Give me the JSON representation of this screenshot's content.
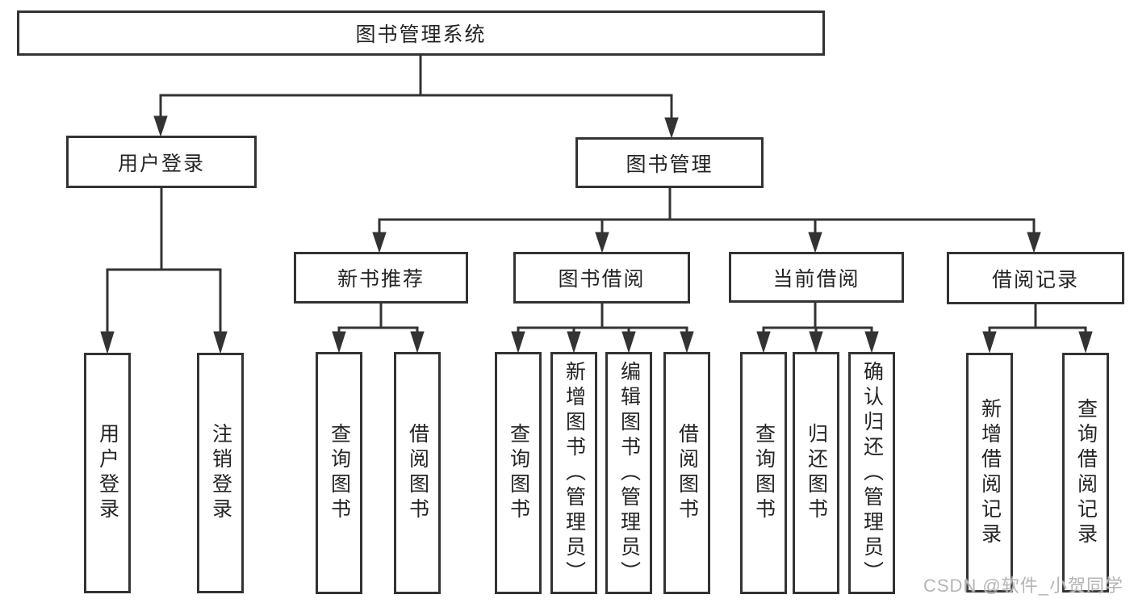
{
  "diagram_title": "图书管理系统",
  "nodes": {
    "root": {
      "label": "图书管理系统"
    },
    "level2": [
      {
        "label": "用户登录"
      },
      {
        "label": "图书管理"
      }
    ],
    "level3": [
      {
        "label": "新书推荐"
      },
      {
        "label": "图书借阅"
      },
      {
        "label": "当前借阅"
      },
      {
        "label": "借阅记录"
      }
    ],
    "leaves": {
      "login": [
        {
          "label": "用户登录"
        },
        {
          "label": "注销登录"
        }
      ],
      "recommend": [
        {
          "label": "查询图书"
        },
        {
          "label": "借阅图书"
        }
      ],
      "borrowing": [
        {
          "label": "查询图书"
        },
        {
          "label": "新增图书（管理员）"
        },
        {
          "label": "编辑图书（管理员）"
        },
        {
          "label": "借阅图书"
        }
      ],
      "current": [
        {
          "label": "查询图书"
        },
        {
          "label": "归还图书"
        },
        {
          "label": "确认归还（管理员）"
        }
      ],
      "records": [
        {
          "label": "新增借阅记录"
        },
        {
          "label": "查询借阅记录"
        }
      ]
    }
  },
  "watermark": "CSDN @软件_小贺同学",
  "colors": {
    "line": "#333333",
    "text": "#242424",
    "background": "#ffffff",
    "watermark": "#b5b5b5"
  }
}
